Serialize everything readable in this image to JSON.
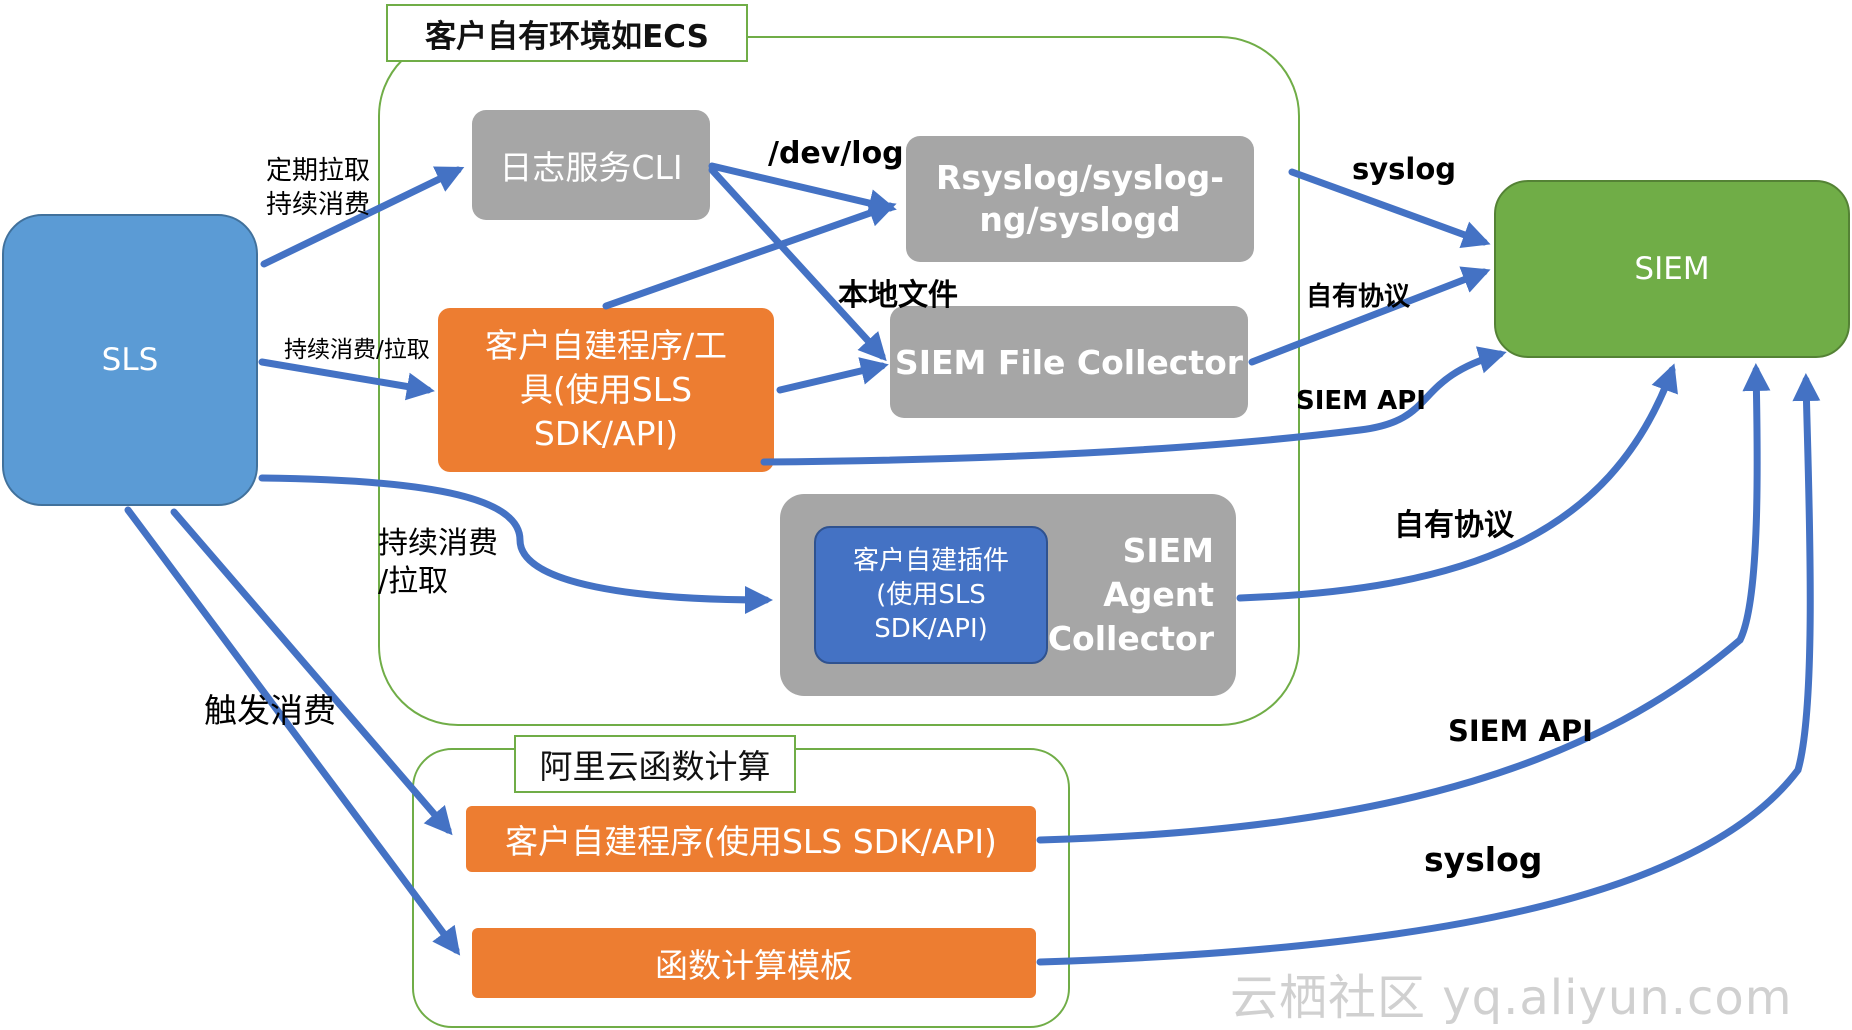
{
  "colors": {
    "arrow": "#4472c4",
    "env_border": "#70ad47",
    "gray": "#a6a6a6",
    "orange": "#ed7d31",
    "sls_blue": "#5b9bd5",
    "siem_green": "#70ad47",
    "plugin_blue": "#4472c4"
  },
  "ecs": {
    "title": "客户自有环境如ECS"
  },
  "fc": {
    "title": "阿里云函数计算"
  },
  "nodes": {
    "sls": "SLS",
    "siem": "SIEM",
    "cli": "日志服务CLI",
    "rsyslog_line1": "Rsyslog/syslog-",
    "rsyslog_line2": "ng/syslogd",
    "custom_line1": "客户自建程序/工",
    "custom_line2": "具(使用SLS",
    "custom_line3": "SDK/API)",
    "file_collector": "SIEM File Collector",
    "plugin_line1": "客户自建插件",
    "plugin_line2": "(使用SLS",
    "plugin_line3": "SDK/API)",
    "agent_line1": "SIEM",
    "agent_line2": "Agent",
    "agent_line3": "Collector",
    "fc_program": "客户自建程序(使用SLS SDK/API)",
    "fc_template": "函数计算模板"
  },
  "labels": {
    "pull_line1": "定期拉取",
    "pull_line2": "持续消费",
    "consume_pull": "持续消费/拉取",
    "consume2_line1": "持续消费",
    "consume2_line2": "/拉取",
    "trigger": "触发消费",
    "dev_log": "/dev/log",
    "local_file": "本地文件",
    "syslog_top": "syslog",
    "own_protocol_1": "自有协议",
    "siem_api_1": "SIEM API",
    "own_protocol_2": "自有协议",
    "siem_api_2": "SIEM API",
    "syslog_bottom": "syslog"
  },
  "watermark": "云栖社区 yq.aliyun.com"
}
